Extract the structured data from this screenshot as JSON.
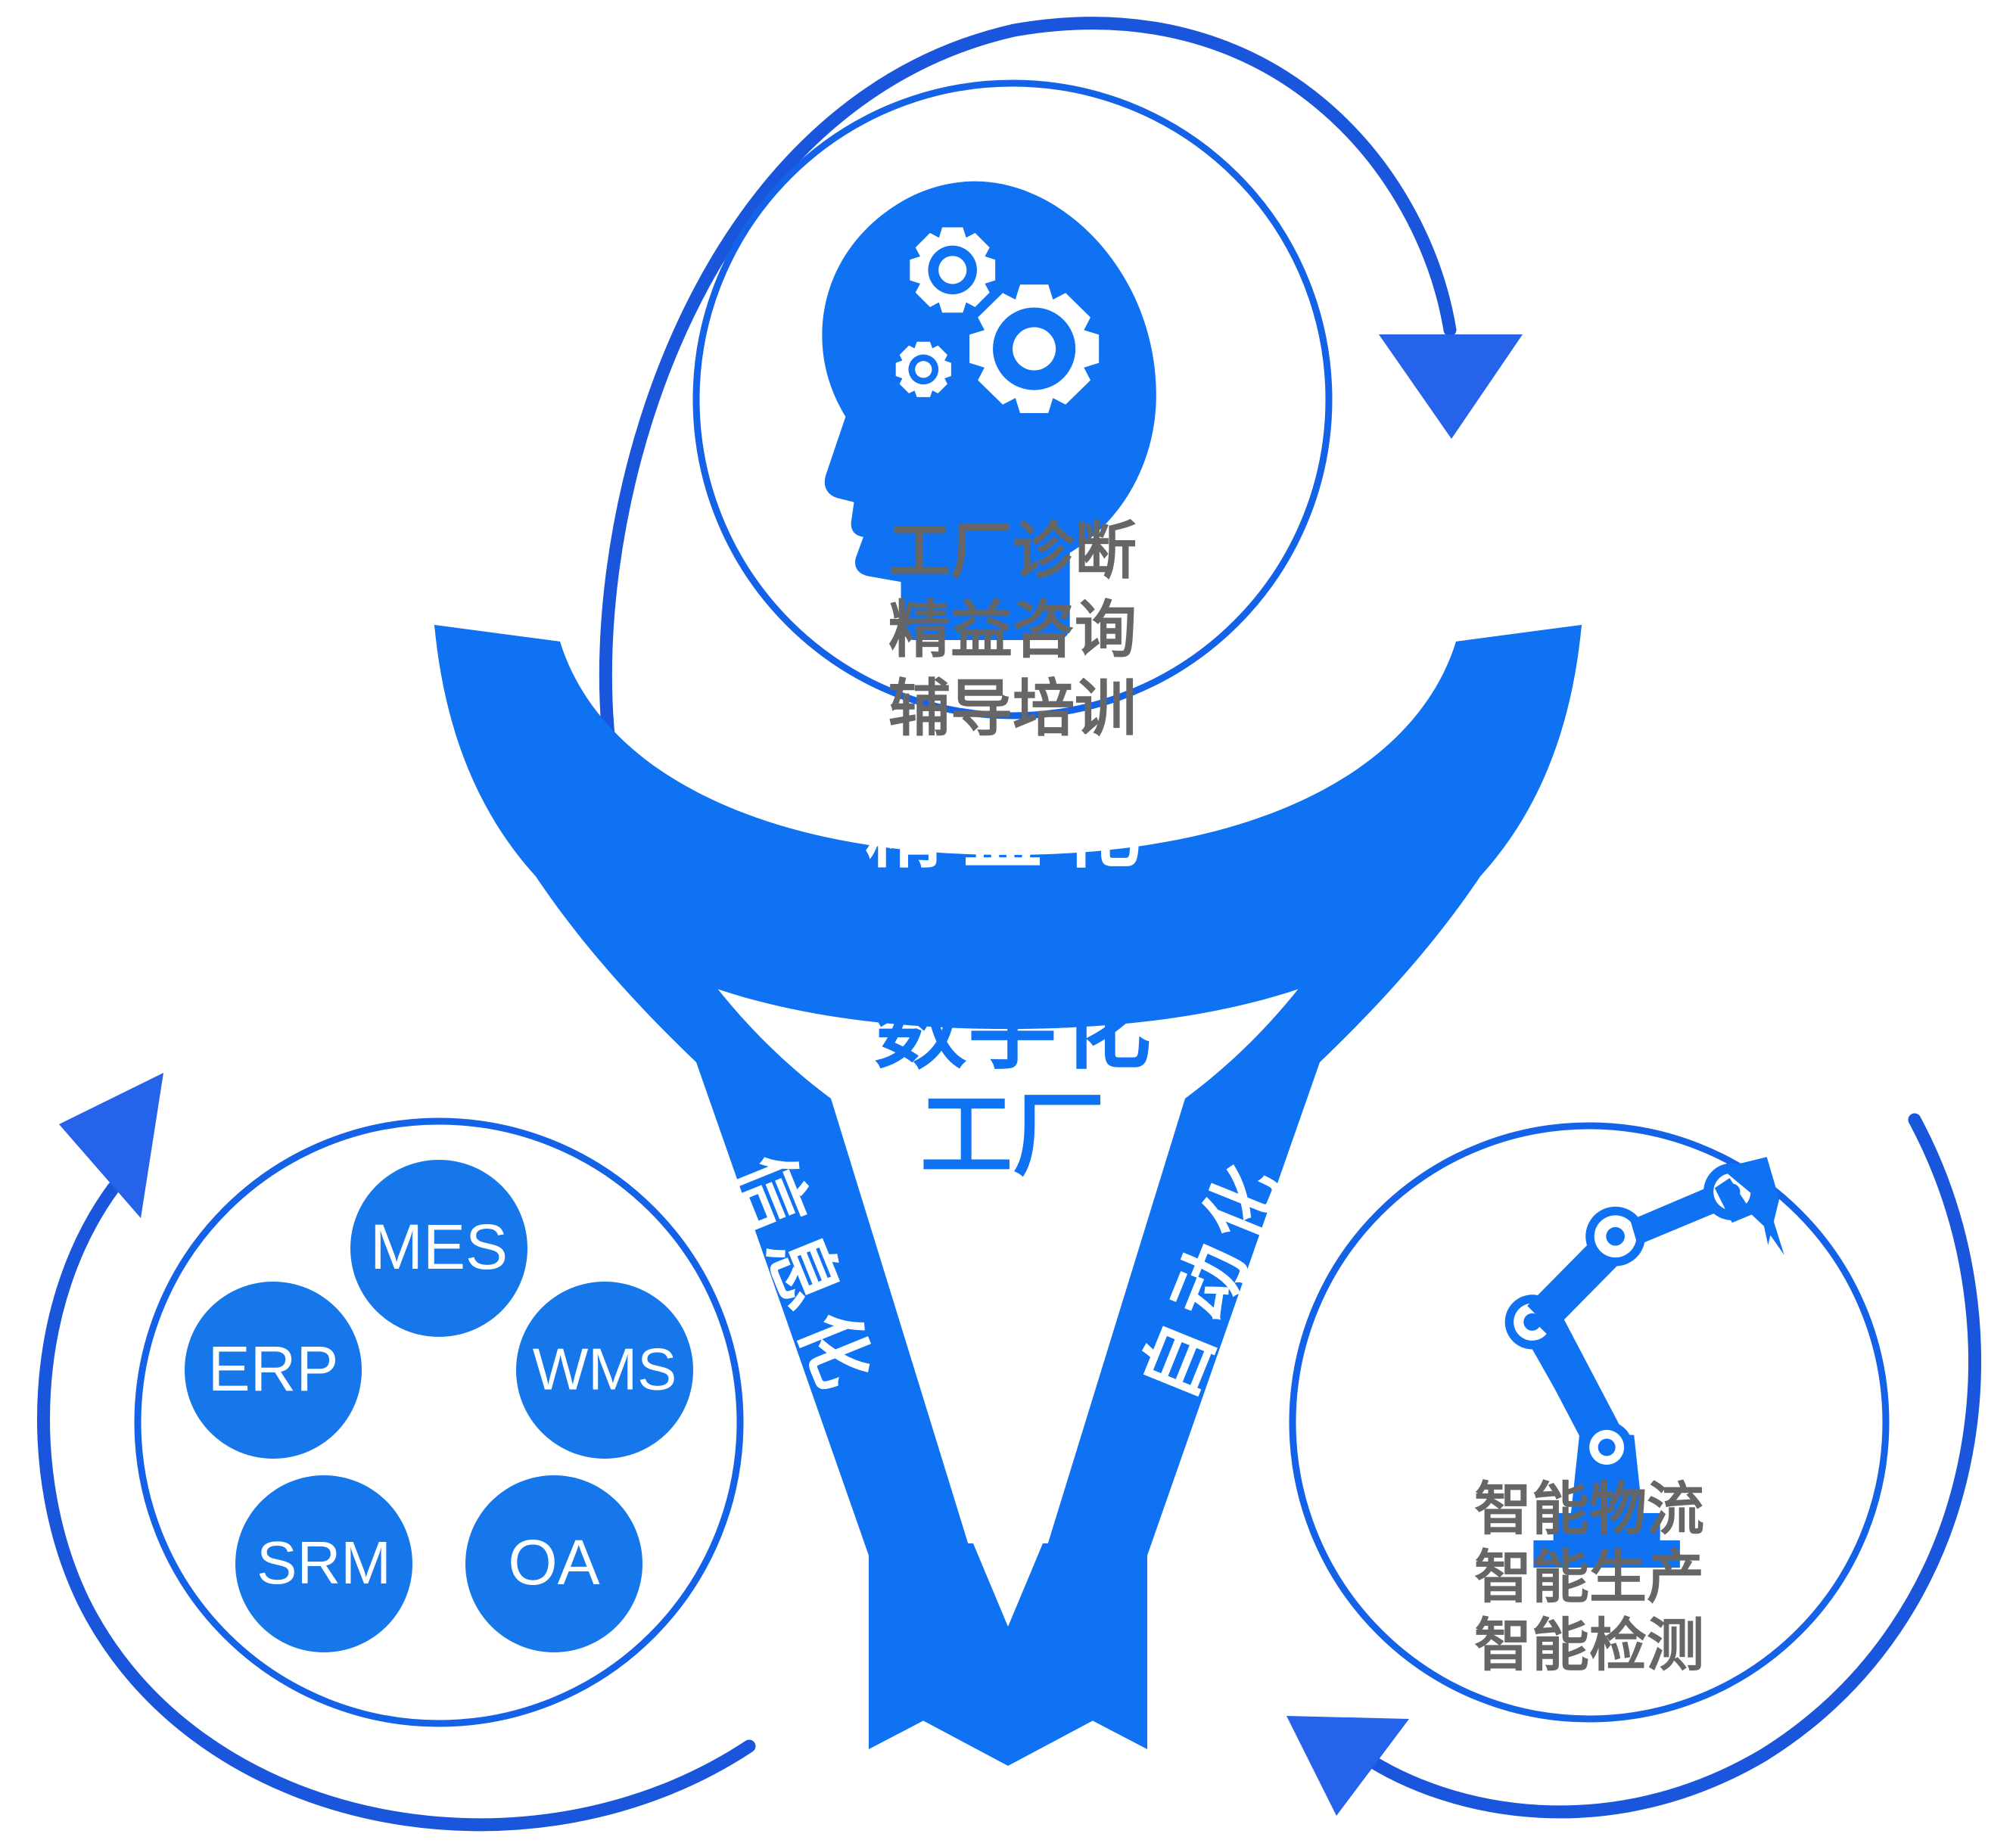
{
  "title_center": {
    "line1": "数字化",
    "line2": "工厂"
  },
  "bands": [
    {
      "id": "lean",
      "label": "精益化",
      "position": "top"
    },
    {
      "id": "informatization",
      "label": "信息化",
      "position": "lower-left"
    },
    {
      "id": "automation",
      "label": "自动化",
      "position": "lower-right"
    }
  ],
  "nodes": {
    "top": {
      "id": "consulting",
      "icon": "head-with-gears-icon",
      "lines": [
        "工厂诊断",
        "精益咨询",
        "辅导培训"
      ]
    },
    "bottom_left": {
      "id": "information-systems",
      "icon": "system-badges-icon",
      "badges": [
        {
          "id": "mes",
          "label": "MES"
        },
        {
          "id": "erp",
          "label": "ERP"
        },
        {
          "id": "wms",
          "label": "WMS"
        },
        {
          "id": "srm",
          "label": "SRM"
        },
        {
          "id": "oa",
          "label": "OA"
        }
      ]
    },
    "bottom_right": {
      "id": "automation-equipment",
      "icon": "robot-arm-icon",
      "lines": [
        "智能物流",
        "智能生产",
        "智能检测"
      ]
    }
  },
  "arrows": [
    {
      "id": "arrow-top-right",
      "direction": "clockwise-down"
    },
    {
      "id": "arrow-bottom-left",
      "direction": "clockwise-up-right"
    },
    {
      "id": "arrow-bottom-right",
      "direction": "clockwise-up-left"
    }
  ],
  "colors": {
    "brand_blue": "#0F72F2",
    "band_blue": "#0F72F2",
    "ring_blue": "#1462E8",
    "badge_blue": "#1677EA",
    "text_gray": "#666666",
    "text_white": "#FFFFFF",
    "background": "#FFFFFF"
  }
}
